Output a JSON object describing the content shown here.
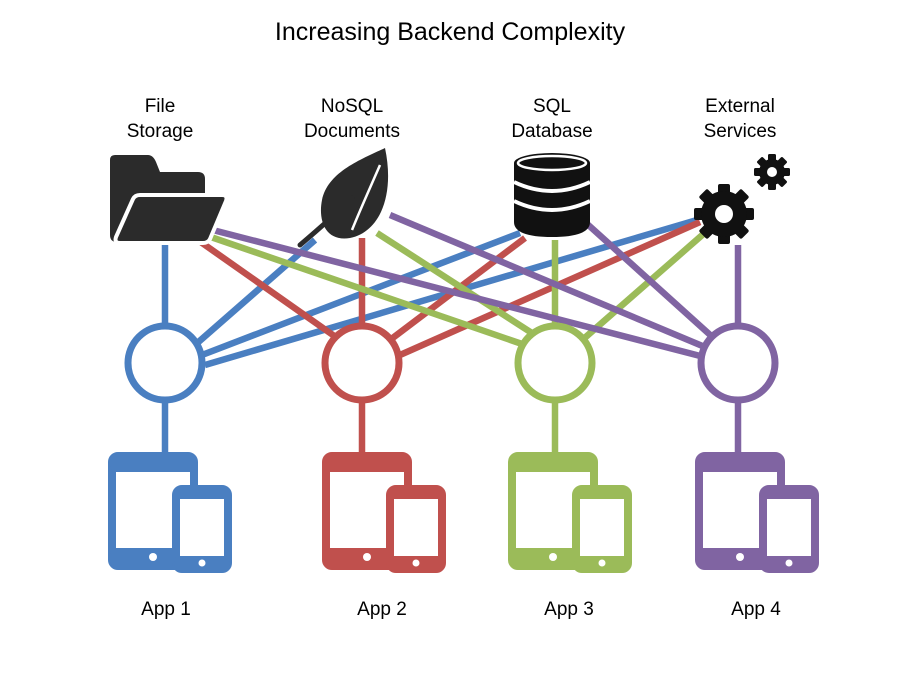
{
  "title": "Increasing Backend Complexity",
  "services": [
    {
      "id": "file",
      "label_lines": [
        "File",
        "Storage"
      ],
      "icon": "folder-icon"
    },
    {
      "id": "nosql",
      "label_lines": [
        "NoSQL",
        "Documents"
      ],
      "icon": "leaf-icon"
    },
    {
      "id": "sql",
      "label_lines": [
        "SQL",
        "Database"
      ],
      "icon": "database-icon"
    },
    {
      "id": "external",
      "label_lines": [
        "External",
        "Services"
      ],
      "icon": "gears-icon"
    }
  ],
  "apps": [
    {
      "label": "App 1",
      "color": "#4a7fc1"
    },
    {
      "label": "App 2",
      "color": "#c0504d"
    },
    {
      "label": "App 3",
      "color": "#9bbb59"
    },
    {
      "label": "App 4",
      "color": "#8064a2"
    }
  ],
  "connections": "every app connects to every backend service"
}
